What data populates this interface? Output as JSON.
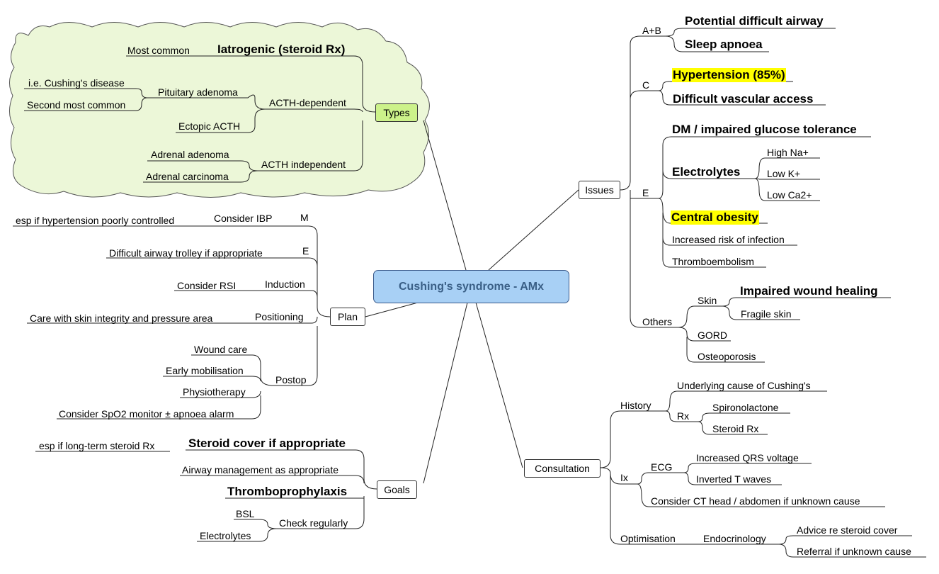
{
  "central": "Cushing's syndrome - AMx",
  "types": {
    "label": "Types",
    "iatrogenic": "Iatrogenic (steroid Rx)",
    "most_common": "Most common",
    "acth_dependent": "ACTH-dependent",
    "pituitary": "Pituitary adenoma",
    "cushings_disease": "i.e. Cushing's disease",
    "second_common": "Second most common",
    "ectopic": "Ectopic ACTH",
    "acth_independent": "ACTH independent",
    "adrenal_adenoma": "Adrenal adenoma",
    "adrenal_carcinoma": "Adrenal carcinoma"
  },
  "plan": {
    "label": "Plan",
    "m": "M",
    "consider_ibp": "Consider IBP",
    "esp_htn": "esp if hypertension poorly controlled",
    "e": "E",
    "airway_trolley": "Difficult airway trolley if appropriate",
    "induction": "Induction",
    "consider_rsi": "Consider RSI",
    "positioning": "Positioning",
    "skin_care": "Care with skin integrity and pressure area",
    "postop": "Postop",
    "wound_care": "Wound care",
    "early_mob": "Early mobilisation",
    "physio": "Physiotherapy",
    "spo2": "Consider SpO2 monitor ± apnoea alarm"
  },
  "goals": {
    "label": "Goals",
    "steroid_cover": "Steroid cover if appropriate",
    "esp_long_term": "esp if long-term steroid Rx",
    "airway_mgmt": "Airway management as appropriate",
    "thrombo": "Thromboprophylaxis",
    "check_regularly": "Check regularly",
    "bsl": "BSL",
    "electrolytes": "Electrolytes"
  },
  "issues": {
    "label": "Issues",
    "ab": "A+B",
    "difficult_airway": "Potential difficult airway",
    "sleep_apnoea": "Sleep apnoea",
    "c": "C",
    "hypertension": "Hypertension (85%)",
    "vascular_access": "Difficult vascular access",
    "e": "E",
    "dm": "DM / impaired glucose tolerance",
    "electrolytes": "Electrolytes",
    "high_na": "High Na+",
    "low_k": "Low K+",
    "low_ca": "Low Ca2+",
    "central_obesity": "Central obesity",
    "infection": "Increased risk of infection",
    "thromboembolism": "Thromboembolism",
    "others": "Others",
    "skin": "Skin",
    "wound_healing": "Impaired wound healing",
    "fragile_skin": "Fragile skin",
    "gord": "GORD",
    "osteoporosis": "Osteoporosis"
  },
  "consultation": {
    "label": "Consultation",
    "history": "History",
    "underlying_cause": "Underlying cause of Cushing's",
    "rx": "Rx",
    "spironolactone": "Spironolactone",
    "steroid_rx": "Steroid Rx",
    "ix": "Ix",
    "ecg": "ECG",
    "qrs": "Increased QRS voltage",
    "t_waves": "Inverted T waves",
    "ct_head": "Consider CT head / abdomen if unknown cause",
    "optimisation": "Optimisation",
    "endocrinology": "Endocrinology",
    "advice_steroid": "Advice re steroid cover",
    "referral": "Referral if unknown cause"
  },
  "colors": {
    "central_fill": "#a8d0f5",
    "types_fill": "#ccf28a",
    "cloud_fill": "#ecf7d8",
    "highlight": "#ffff00"
  }
}
